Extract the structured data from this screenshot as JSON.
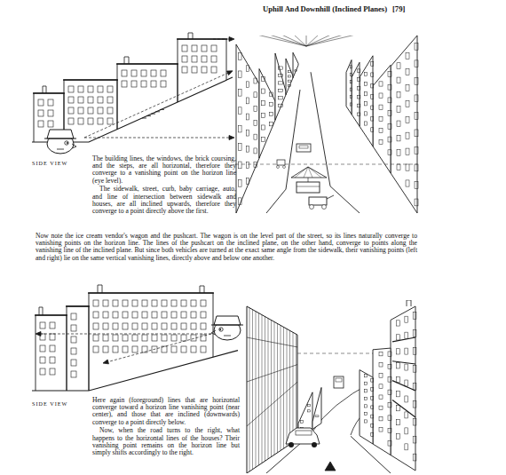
{
  "diagram": {
    "title": "Uphill And Downhill (Inclined Planes)",
    "labels": [
      "[79]",
      "SIDE VIEW",
      "The building lines, the windows, the brick coursing, and the steps, are all horizontal, therefore they converge to a vanishing point on the horizon line (eye level).",
      "The sidewalk, street, curb, baby carriage, auto, and line of intersection between sidewalk and houses, are all inclined upwards, therefore they converge to a point directly above the first.",
      "Now note the ice cream vendor's wagon and the pushcart. The wagon is on the level part of the street, so its lines naturally converge to vanishing points on the horizon line. The lines of the pushcart on the inclined plane, on the other hand, converge to points along the vanishing line of the inclined plane. But since both vehicles are turned at the exact same angle from the sidewalk, their vanishing points (left and right) lie on the same vertical vanishing lines, directly above and below one another.",
      "SIDE VIEW",
      "Here again (foreground) lines that are horizontal converge toward a horizon line vanishing point (near center), and those that are inclined (downwards) converge to a point directly below.",
      "Now, when the road turns to the right, what happens to the horizontal lines of the houses? Their vanishing point remains on the horizon line but simply shifts accordingly to the right."
    ]
  }
}
